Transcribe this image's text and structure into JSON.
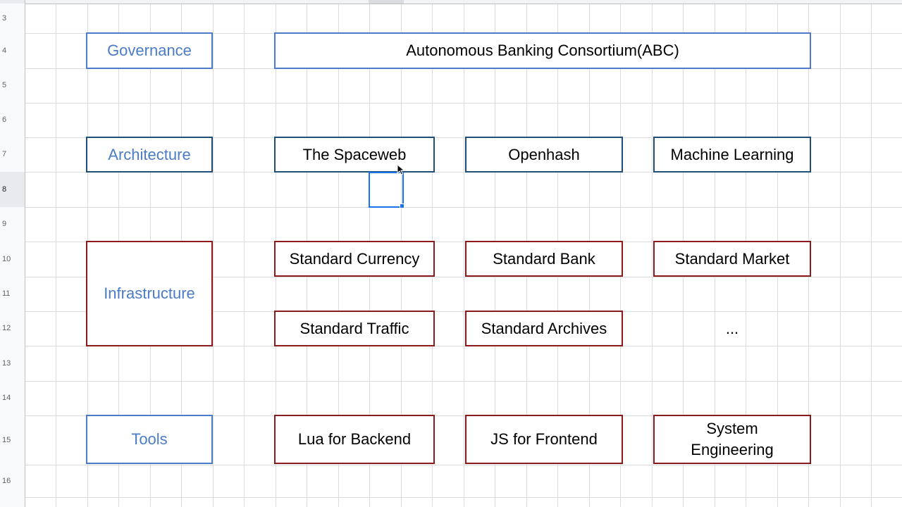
{
  "row_numbers": [
    "3",
    "4",
    "5",
    "6",
    "7",
    "8",
    "9",
    "10",
    "11",
    "12",
    "13",
    "14",
    "15",
    "16"
  ],
  "active_row": "8",
  "layers": {
    "governance": {
      "label": "Governance",
      "items": [
        "Autonomous Banking Consortium(ABC)"
      ]
    },
    "architecture": {
      "label": "Architecture",
      "items": [
        "The Spaceweb",
        "Openhash",
        "Machine Learning"
      ]
    },
    "infrastructure": {
      "label": "Infrastructure",
      "items": [
        "Standard Currency",
        "Standard Bank",
        "Standard Market",
        "Standard Traffic",
        "Standard Archives",
        "..."
      ]
    },
    "tools": {
      "label": "Tools",
      "items": [
        "Lua for Backend",
        "JS for Frontend",
        "System Engineering"
      ]
    }
  },
  "colors": {
    "label_blue": "#4a7cc7",
    "architecture_border": "#1f4e79",
    "component_red": "#8b1a1a",
    "grid": "#dadce0",
    "selection": "#1a73e8"
  },
  "icons": {
    "cursor": "mouse-pointer-icon"
  }
}
